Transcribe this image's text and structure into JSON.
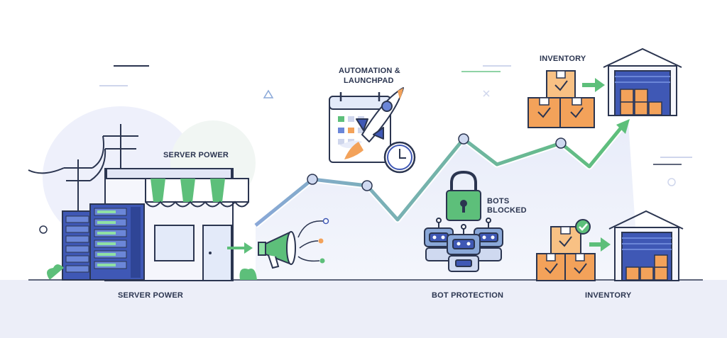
{
  "labels": {
    "server_power_top": "SERVER POWER",
    "automation_line1": "AUTOMATION &",
    "automation_line2": "LAUNCHPAD",
    "inventory_top": "INVENTORY",
    "bots_line1": "BOTS",
    "bots_line2": "BLOCKED",
    "server_power_bottom": "SERVER POWER",
    "bot_protection": "BOT PROTECTION",
    "inventory_bottom": "INVENTORY"
  },
  "colors": {
    "outline": "#2b3550",
    "server_blue": "#3f58b5",
    "server_light": "#6b86d8",
    "green": "#5dbf7a",
    "orange": "#f3a25a",
    "orange_light": "#f8c184",
    "trend_blue": "#8aa8d8",
    "ground": "#eceef8",
    "node": "#cfd9f0"
  },
  "icons": [
    "power-pole-icon",
    "server-rack-icon",
    "storefront-icon",
    "megaphone-icon",
    "calendar-icon",
    "rocket-icon",
    "clock-icon",
    "padlock-icon",
    "robot-icon",
    "box-icon",
    "warehouse-icon",
    "check-icon",
    "lightning-icon"
  ]
}
